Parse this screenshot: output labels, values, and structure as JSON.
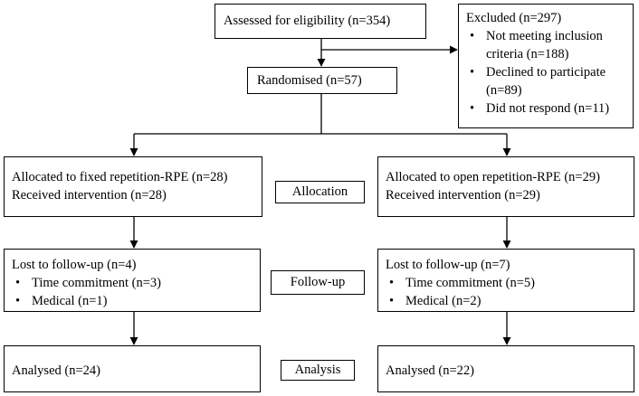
{
  "assessed": {
    "text": "Assessed for eligibility (n=354)"
  },
  "excluded": {
    "title": "Excluded (n=297)",
    "items": [
      [
        "Not meeting inclusion",
        "criteria (n=188)"
      ],
      [
        "Declined to participate",
        "(n=89)"
      ],
      [
        "Did not respond (n=11)"
      ]
    ]
  },
  "randomised": {
    "text": "Randomised (n=57)"
  },
  "stages": {
    "allocation": "Allocation",
    "followup": "Follow-up",
    "analysis": "Analysis"
  },
  "fixed": {
    "allocated": "Allocated to fixed repetition-RPE (n=28)",
    "received": "Received intervention (n=28)",
    "lost": "Lost to follow-up (n=4)",
    "lost_items": [
      "Time commitment (n=3)",
      "Medical (n=1)"
    ],
    "analysed": "Analysed (n=24)"
  },
  "open": {
    "allocated": "Allocated to open repetition-RPE (n=29)",
    "received": "Received intervention (n=29)",
    "lost": "Lost to follow-up (n=7)",
    "lost_items": [
      "Time commitment (n=5)",
      "Medical (n=2)"
    ],
    "analysed": "Analysed (n=22)"
  }
}
